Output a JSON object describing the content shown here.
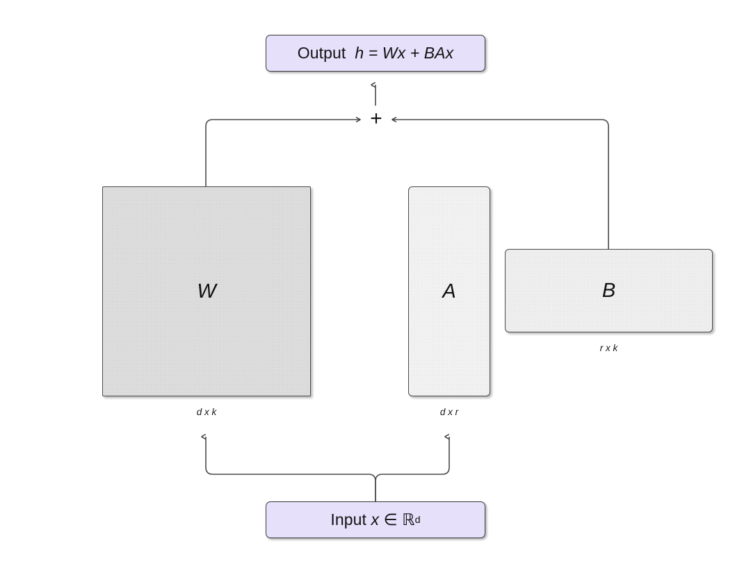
{
  "diagram": {
    "title": "LoRA low-rank adaptation block diagram",
    "background_color": "#ffffff"
  },
  "output_node": {
    "prefix": "Output  ",
    "equation": "h = Wx + BAx",
    "fill_color": "#E6E0FB",
    "border_color": "#3a3a3a"
  },
  "input_node": {
    "prefix": "Input ",
    "variable": "x",
    "relation": " ∈ ",
    "space": "ℝ",
    "exponent": "d",
    "fill_color": "#E6E0FB",
    "border_color": "#3a3a3a"
  },
  "operator": {
    "symbol": "+",
    "name": "sum-junction"
  },
  "matrices": [
    {
      "id": "W",
      "label": "W",
      "dimension": "d x k",
      "fill_color": "#DDDDDD",
      "role": "frozen-pretrained-weights"
    },
    {
      "id": "A",
      "label": "A",
      "dimension": "d x r",
      "fill_color": "#F2F2F2",
      "role": "lora-down-projection"
    },
    {
      "id": "B",
      "label": "B",
      "dimension": "r x k",
      "fill_color": "#EFEFEF",
      "role": "lora-up-projection"
    }
  ],
  "edges": [
    {
      "name": "input-to-w",
      "from": "input_node",
      "to": "W"
    },
    {
      "name": "input-to-a",
      "from": "input_node",
      "to": "A"
    },
    {
      "name": "w-to-sum",
      "from": "W",
      "to": "operator"
    },
    {
      "name": "b-to-sum",
      "from": "B",
      "to": "operator"
    },
    {
      "name": "a-to-b",
      "from": "A",
      "to": "B"
    },
    {
      "name": "sum-to-output",
      "from": "operator",
      "to": "output_node"
    }
  ],
  "edge_color": "#4a4a4a"
}
